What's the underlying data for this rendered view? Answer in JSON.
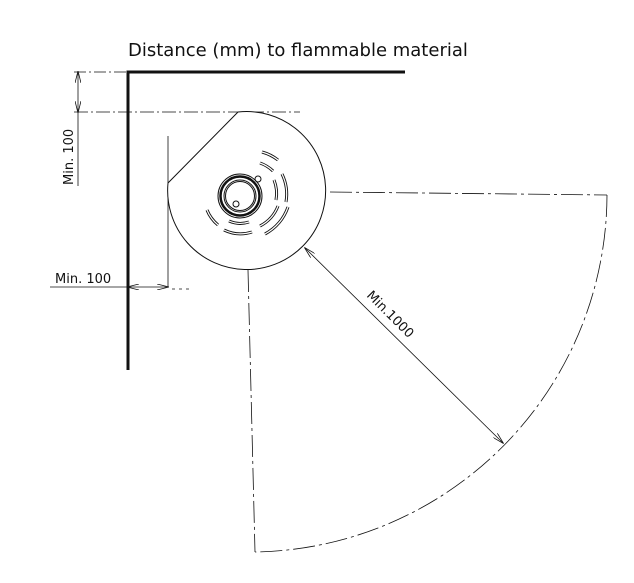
{
  "title": "Distance (mm) to flammable material",
  "dimensions": {
    "top_clearance": "Min. 100",
    "side_clearance": "Min. 100",
    "front_clearance": "Min.1000"
  },
  "colors": {
    "line": "#111111",
    "background": "#ffffff"
  }
}
